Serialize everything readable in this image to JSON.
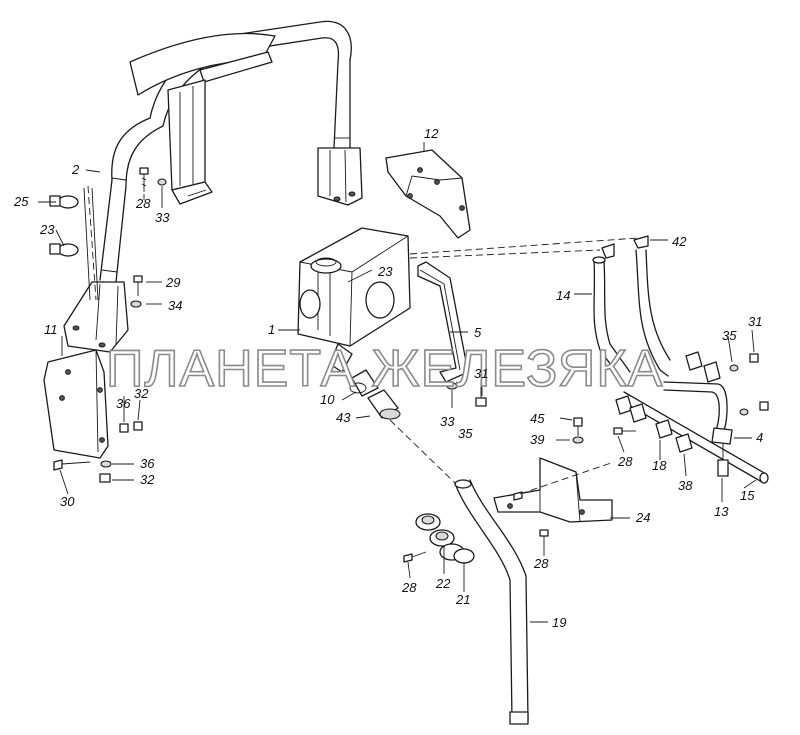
{
  "watermark": "ПЛАНЕТА ЖЕЛЕЗЯКА",
  "part_numbers": {
    "p2": "2",
    "p25": "25",
    "p23a": "23",
    "p28a": "28",
    "p33a": "33",
    "p12": "12",
    "p42": "42",
    "p23b": "23",
    "p29": "29",
    "p34": "34",
    "p14": "14",
    "p1": "1",
    "p5": "5",
    "p35a": "35",
    "p31a": "31",
    "p11": "11",
    "p32a": "32",
    "p36a": "36",
    "p31b": "31",
    "p10": "10",
    "p43": "43",
    "p33b": "33",
    "p35b": "35",
    "p45": "45",
    "p39": "39",
    "p4": "4",
    "p28b": "28",
    "p18": "18",
    "p38": "38",
    "p15": "15",
    "p13": "13",
    "p36b": "36",
    "p32b": "32",
    "p30": "30",
    "p24": "24",
    "p28c": "28",
    "p28d": "28",
    "p22": "22",
    "p21": "21",
    "p19": "19"
  }
}
